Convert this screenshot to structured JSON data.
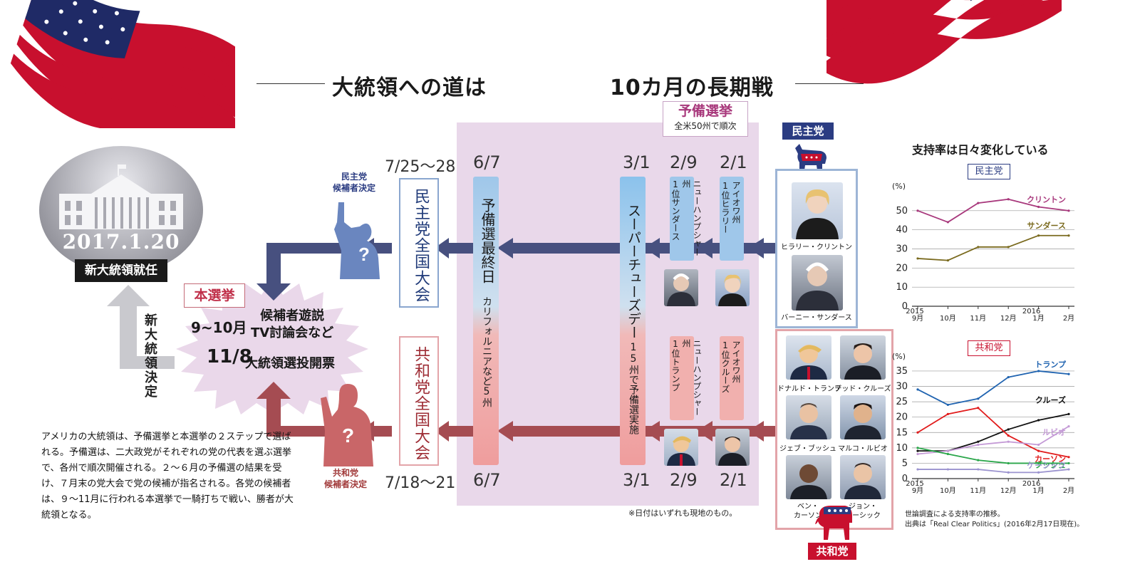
{
  "title": {
    "left": "大統領への道は",
    "right": "10カ月の長期戦"
  },
  "inauguration": {
    "date": "2017.1.20",
    "label": "新大統領就任",
    "decided": "新大統領決定"
  },
  "general": {
    "tag": "本選挙",
    "months": "9~10月",
    "events": "候補者遊説\nTV討論会など",
    "vote_date": "11/8",
    "vote_label": "大統領選投開票"
  },
  "primary": {
    "tag": "予備選挙",
    "sub": "全米50州で順次"
  },
  "democrat": {
    "party": "民主党",
    "nominee_label": "民主党\n候補者決定",
    "convention": "民主党全国大会",
    "convention_date": "7/25〜28",
    "candidates": [
      "ヒラリー・クリントン",
      "バーニー・サンダース"
    ]
  },
  "republican": {
    "party": "共和党",
    "nominee_label": "共和党\n候補者決定",
    "convention": "共和党全国大会",
    "convention_date": "7/18〜21",
    "candidates": [
      "ドナルド・トランプ",
      "テッド・クルーズ",
      "ジェブ・ブッシュ",
      "マルコ・ルビオ",
      "ベン・\nカーソン",
      "ジョン・\nケーシック"
    ]
  },
  "timeline": {
    "final_day": {
      "date": "6/7",
      "title": "予備選最終日",
      "sub": "カリフォルニアなど5州"
    },
    "super_tuesday": {
      "date": "3/1",
      "title": "スーパーチューズデー",
      "sub": "15州で予備選実施"
    },
    "nh": {
      "date": "2/9",
      "dem_text": "ニューハンプシャー州\n1位サンダース",
      "rep_text": "ニューハンプシャー州\n1位トランプ"
    },
    "iowa": {
      "date": "2/1",
      "dem_text": "アイオワ州\n1位ヒラリー",
      "rep_text": "アイオワ州\n1位クルーズ"
    }
  },
  "note_dates": "※日付はいずれも現地のもの。",
  "description": "アメリカの大統領は、予備選挙と本選挙の２ステップで選ばれる。予備選は、二大政党がそれぞれの党の代表を選ぶ選挙で、各州で順次開催される。２〜６月の予備選の結果を受け、７月末の党大会で党の候補が指名される。各党の候補者は、９〜11月に行われる本選挙で一騎打ちで戦い、勝者が大統領となる。",
  "charts": {
    "heading": "支持率は日々変化している",
    "footnote1": "世論調査による支持率の推移。",
    "footnote2": "出典は「Real Clear Politics」(2016年2月17日現在)。"
  },
  "chart_data": [
    {
      "type": "line",
      "title": "民主党",
      "ylabel": "(%)",
      "ylim": [
        0,
        60
      ],
      "yticks": [
        0,
        10,
        20,
        30,
        40,
        50
      ],
      "x_labels": [
        "9月",
        "10月",
        "11月",
        "12月",
        "1月",
        "2月"
      ],
      "year_labels": [
        "2015",
        "2016"
      ],
      "x": [
        "2015-09",
        "2015-10",
        "2015-11",
        "2015-12",
        "2016-01",
        "2016-02"
      ],
      "series": [
        {
          "name": "クリントン",
          "color": "#a8387c",
          "values": [
            50,
            44,
            54,
            56,
            52,
            50
          ]
        },
        {
          "name": "サンダース",
          "color": "#7a6a1e",
          "values": [
            25,
            24,
            31,
            31,
            37,
            37
          ]
        }
      ]
    },
    {
      "type": "line",
      "title": "共和党",
      "ylabel": "(%)",
      "ylim": [
        0,
        38
      ],
      "yticks": [
        0,
        5,
        10,
        15,
        20,
        25,
        30,
        35
      ],
      "x_labels": [
        "9月",
        "10月",
        "11月",
        "12月",
        "1月",
        "2月"
      ],
      "year_labels": [
        "2015",
        "2016"
      ],
      "x": [
        "2015-09",
        "2015-10",
        "2015-11",
        "2015-12",
        "2016-01",
        "2016-02"
      ],
      "series": [
        {
          "name": "トランプ",
          "color": "#1f63b0",
          "values": [
            29,
            24,
            26,
            33,
            35,
            34
          ]
        },
        {
          "name": "クルーズ",
          "color": "#111111",
          "values": [
            9,
            9,
            12,
            16,
            19,
            21
          ]
        },
        {
          "name": "カーソン",
          "color": "#e11b1b",
          "values": [
            15,
            21,
            23,
            14,
            9,
            7
          ]
        },
        {
          "name": "ルビオ",
          "color": "#c49ad6",
          "values": [
            8,
            9,
            11,
            12,
            11,
            17
          ]
        },
        {
          "name": "ブッシュ",
          "color": "#2aa64a",
          "values": [
            10,
            8,
            6,
            5,
            5,
            5
          ]
        },
        {
          "name": "ケーシック",
          "color": "#9b93cf",
          "values": [
            3,
            3,
            3,
            2,
            2,
            3
          ]
        }
      ]
    }
  ]
}
